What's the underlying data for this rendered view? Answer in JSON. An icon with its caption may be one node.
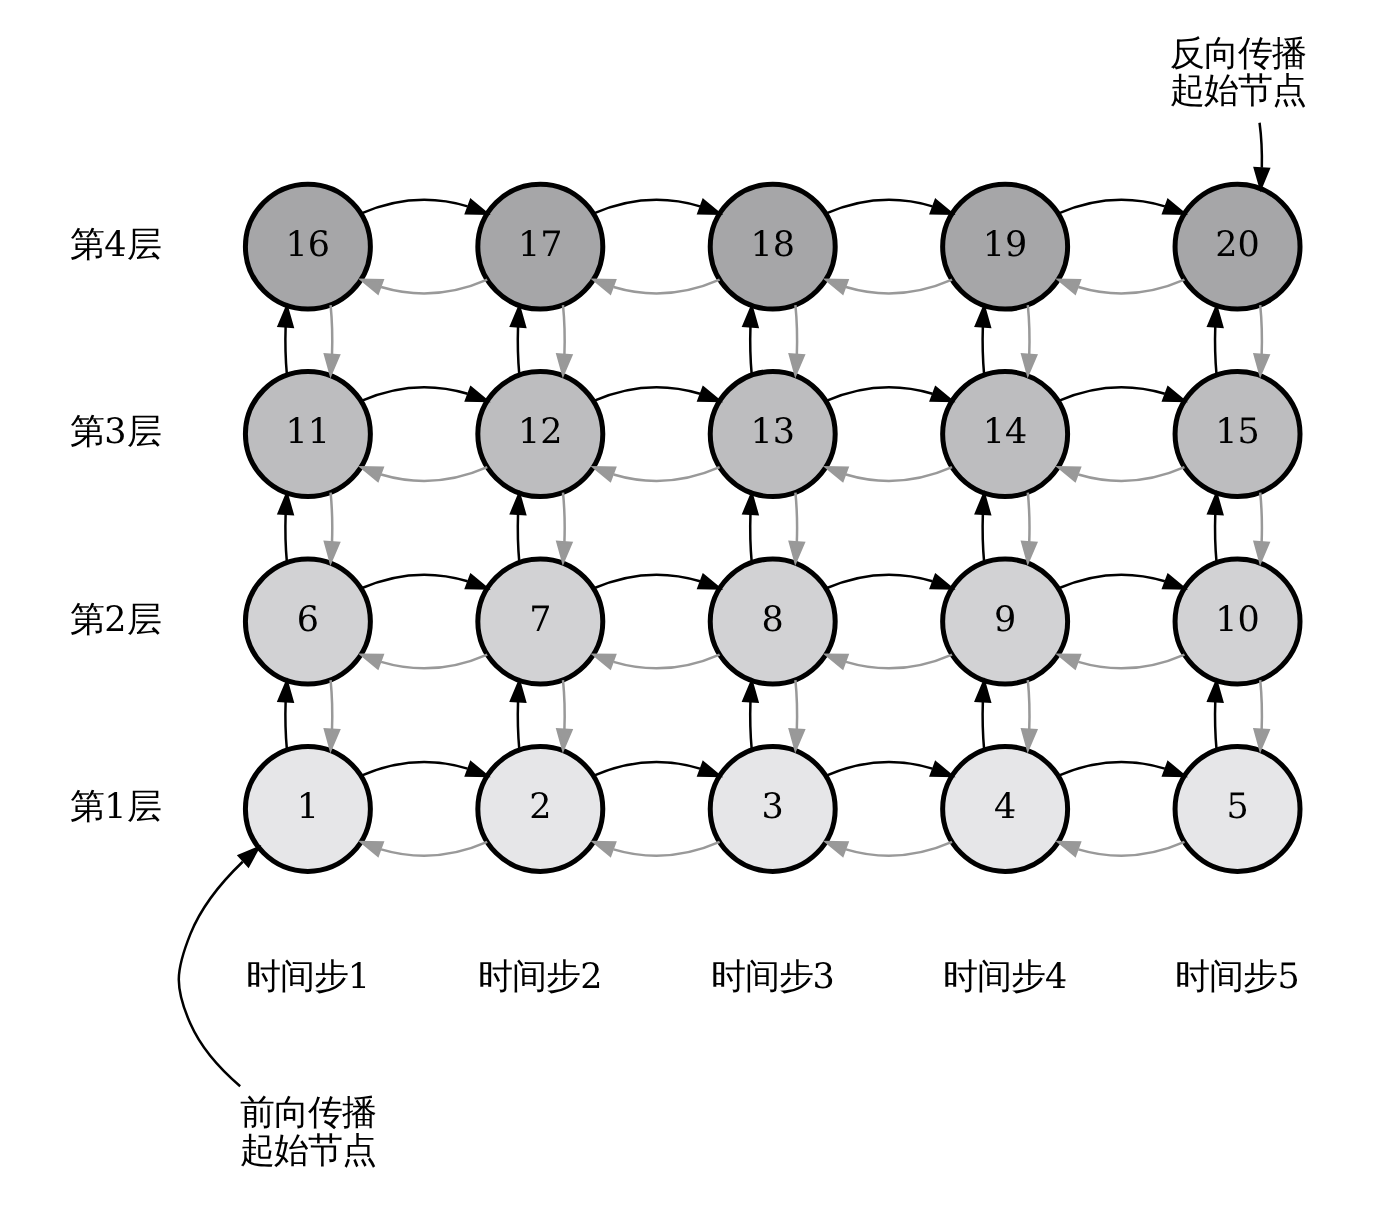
{
  "diagram": {
    "nodes": [
      {
        "text": [
          "1"
        ]
      },
      {
        "text": [
          "2"
        ]
      },
      {
        "text": [
          "3"
        ]
      },
      {
        "text": [
          "4"
        ]
      },
      {
        "text": [
          "5"
        ]
      },
      {
        "text": [
          "6"
        ]
      },
      {
        "text": [
          "7"
        ]
      },
      {
        "text": [
          "8"
        ]
      },
      {
        "text": [
          "9"
        ]
      },
      {
        "text": [
          "10"
        ]
      },
      {
        "text": [
          "11"
        ]
      },
      {
        "text": [
          "12"
        ]
      },
      {
        "text": [
          "13"
        ]
      },
      {
        "text": [
          "14"
        ]
      },
      {
        "text": [
          "15"
        ]
      },
      {
        "text": [
          "16"
        ]
      },
      {
        "text": [
          "17"
        ]
      },
      {
        "text": [
          "18"
        ]
      },
      {
        "text": [
          "19"
        ]
      },
      {
        "text": [
          "20"
        ]
      },
      {
        "text": [
          "前向传播起始节点"
        ]
      },
      {
        "text": [
          "反向传播起始节点"
        ]
      }
    ],
    "edges": [
      {
        "from": 0,
        "to": 1,
        "arrow": "to"
      },
      {
        "from": 1,
        "to": 2,
        "arrow": "to"
      },
      {
        "from": 2,
        "to": 3,
        "arrow": "to"
      },
      {
        "from": 3,
        "to": 4,
        "arrow": "to"
      },
      {
        "from": 5,
        "to": 6,
        "arrow": "to"
      },
      {
        "from": 6,
        "to": 7,
        "arrow": "to"
      },
      {
        "from": 7,
        "to": 8,
        "arrow": "to"
      },
      {
        "from": 8,
        "to": 9,
        "arrow": "to"
      },
      {
        "from": 10,
        "to": 11,
        "arrow": "to"
      },
      {
        "from": 11,
        "to": 12,
        "arrow": "to"
      },
      {
        "from": 12,
        "to": 13,
        "arrow": "to"
      },
      {
        "from": 13,
        "to": 14,
        "arrow": "to"
      },
      {
        "from": 15,
        "to": 16,
        "arrow": "to"
      },
      {
        "from": 16,
        "to": 17,
        "arrow": "to"
      },
      {
        "from": 17,
        "to": 18,
        "arrow": "to"
      },
      {
        "from": 18,
        "to": 19,
        "arrow": "to"
      },
      {
        "from": 1,
        "to": 0,
        "arrow": "to",
        "color": "#999999"
      },
      {
        "from": 2,
        "to": 1,
        "arrow": "to",
        "color": "#999999"
      },
      {
        "from": 3,
        "to": 2,
        "arrow": "to",
        "color": "#999999"
      },
      {
        "from": 4,
        "to": 3,
        "arrow": "to",
        "color": "#999999"
      },
      {
        "from": 6,
        "to": 5,
        "arrow": "to",
        "color": "#999999"
      },
      {
        "from": 7,
        "to": 6,
        "arrow": "to",
        "color": "#999999"
      },
      {
        "from": 8,
        "to": 7,
        "arrow": "to",
        "color": "#999999"
      },
      {
        "from": 9,
        "to": 8,
        "arrow": "to",
        "color": "#999999"
      },
      {
        "from": 11,
        "to": 10,
        "arrow": "to",
        "color": "#999999"
      },
      {
        "from": 12,
        "to": 11,
        "arrow": "to",
        "color": "#999999"
      },
      {
        "from": 13,
        "to": 12,
        "arrow": "to",
        "color": "#999999"
      },
      {
        "from": 14,
        "to": 13,
        "arrow": "to",
        "color": "#999999"
      },
      {
        "from": 16,
        "to": 15,
        "arrow": "to",
        "color": "#999999"
      },
      {
        "from": 17,
        "to": 16,
        "arrow": "to",
        "color": "#999999"
      },
      {
        "from": 18,
        "to": 17,
        "arrow": "to",
        "color": "#999999"
      },
      {
        "from": 19,
        "to": 18,
        "arrow": "to",
        "color": "#999999"
      },
      {
        "from": 0,
        "to": 5,
        "arrow": "to"
      },
      {
        "from": 1,
        "to": 6,
        "arrow": "to"
      },
      {
        "from": 2,
        "to": 7,
        "arrow": "to"
      },
      {
        "from": 3,
        "to": 8,
        "arrow": "to"
      },
      {
        "from": 4,
        "to": 9,
        "arrow": "to"
      },
      {
        "from": 5,
        "to": 10,
        "arrow": "to"
      },
      {
        "from": 6,
        "to": 11,
        "arrow": "to"
      },
      {
        "from": 7,
        "to": 12,
        "arrow": "to"
      },
      {
        "from": 8,
        "to": 13,
        "arrow": "to"
      },
      {
        "from": 9,
        "to": 14,
        "arrow": "to"
      },
      {
        "from": 10,
        "to": 15,
        "arrow": "to"
      },
      {
        "from": 11,
        "to": 16,
        "arrow": "to"
      },
      {
        "from": 12,
        "to": 17,
        "arrow": "to"
      },
      {
        "from": 13,
        "to": 18,
        "arrow": "to"
      },
      {
        "from": 14,
        "to": 19,
        "arrow": "to"
      },
      {
        "from": 5,
        "to": 0,
        "arrow": "to",
        "color": "#999999"
      },
      {
        "from": 6,
        "to": 1,
        "arrow": "to",
        "color": "#999999"
      },
      {
        "from": 7,
        "to": 2,
        "arrow": "to",
        "color": "#999999"
      },
      {
        "from": 8,
        "to": 3,
        "arrow": "to",
        "color": "#999999"
      },
      {
        "from": 9,
        "to": 4,
        "arrow": "to",
        "color": "#999999"
      },
      {
        "from": 10,
        "to": 5,
        "arrow": "to",
        "color": "#999999"
      },
      {
        "from": 11,
        "to": 6,
        "arrow": "to",
        "color": "#999999"
      },
      {
        "from": 12,
        "to": 7,
        "arrow": "to",
        "color": "#999999"
      },
      {
        "from": 13,
        "to": 8,
        "arrow": "to",
        "color": "#999999"
      },
      {
        "from": 14,
        "to": 9,
        "arrow": "to",
        "color": "#999999"
      },
      {
        "from": 15,
        "to": 10,
        "arrow": "to",
        "color": "#999999"
      },
      {
        "from": 16,
        "to": 11,
        "arrow": "to",
        "color": "#999999"
      },
      {
        "from": 17,
        "to": 12,
        "arrow": "to",
        "color": "#999999"
      },
      {
        "from": 18,
        "to": 13,
        "arrow": "to",
        "color": "#999999"
      },
      {
        "from": 19,
        "to": 14,
        "arrow": "to",
        "color": "#999999"
      },
      {
        "from": 20,
        "to": 0,
        "arrow": "to"
      },
      {
        "from": 21,
        "to": 19,
        "arrow": "to"
      }
    ],
    "labels": [
      "第4层",
      "第3层",
      "第2层",
      "第1层",
      "时间步1",
      "时间步2",
      "时间步3",
      "时间步4",
      "时间步5"
    ]
  }
}
